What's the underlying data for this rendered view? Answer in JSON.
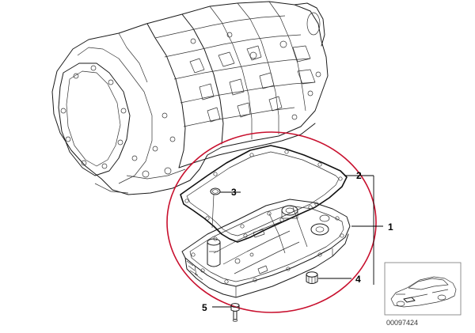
{
  "callouts": {
    "c1": "1",
    "c2": "2",
    "c3": "3",
    "c4": "4",
    "c5": "5"
  },
  "reference_number": "00097424",
  "colors": {
    "highlight_ring": "#c8102e",
    "line_art": "#1a1a1a",
    "background": "#ffffff"
  }
}
